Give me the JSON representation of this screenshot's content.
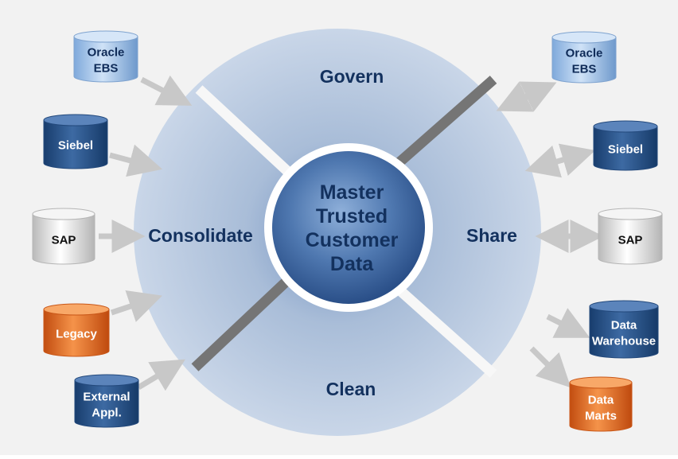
{
  "hub": {
    "center_lines": [
      "Master",
      "Trusted",
      "Customer",
      "Data"
    ],
    "segments": {
      "govern": "Govern",
      "consolidate": "Consolidate",
      "share": "Share",
      "clean": "Clean"
    }
  },
  "sources": [
    {
      "id": "oracle-ebs",
      "lines": [
        "Oracle",
        "EBS"
      ],
      "color": "lightblue"
    },
    {
      "id": "siebel",
      "lines": [
        "Siebel"
      ],
      "color": "darkblue"
    },
    {
      "id": "sap",
      "lines": [
        "SAP"
      ],
      "color": "white"
    },
    {
      "id": "legacy",
      "lines": [
        "Legacy"
      ],
      "color": "orange"
    },
    {
      "id": "external-appl",
      "lines": [
        "External",
        "Appl."
      ],
      "color": "darkblue"
    }
  ],
  "targets": [
    {
      "id": "oracle-ebs",
      "lines": [
        "Oracle",
        "EBS"
      ],
      "color": "lightblue"
    },
    {
      "id": "siebel",
      "lines": [
        "Siebel"
      ],
      "color": "darkblue"
    },
    {
      "id": "sap",
      "lines": [
        "SAP"
      ],
      "color": "white"
    },
    {
      "id": "data-warehouse",
      "lines": [
        "Data",
        "Warehouse"
      ],
      "color": "darkblue"
    },
    {
      "id": "data-marts",
      "lines": [
        "Data",
        "Marts"
      ],
      "color": "orange"
    }
  ],
  "colors": {
    "background": "#f2f2f2",
    "hub_light": "#cdd9ea",
    "hub_mid": "#9fb4d0",
    "divider": "#757575",
    "label": "#13315e",
    "arrow": "#c8c8c8"
  }
}
